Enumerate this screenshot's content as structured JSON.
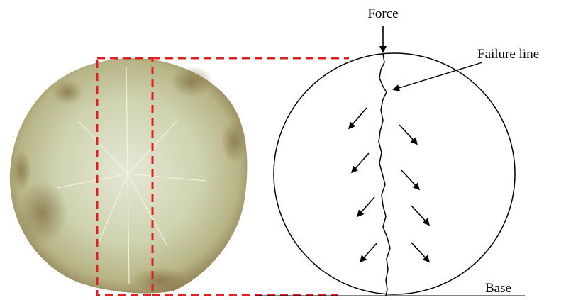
{
  "labels": {
    "force": "Force",
    "failure_line": "Failure line",
    "base": "Base"
  },
  "colors": {
    "outline": "#000000",
    "dashed_box": "#e02020",
    "specimen_base": "#c5c9a4",
    "specimen_dark": "#8a7a4e",
    "specimen_light": "#e4e6d0"
  },
  "icons": {
    "force_arrow": "arrow-down-icon",
    "displacement_arrows": "arrow-icon"
  }
}
